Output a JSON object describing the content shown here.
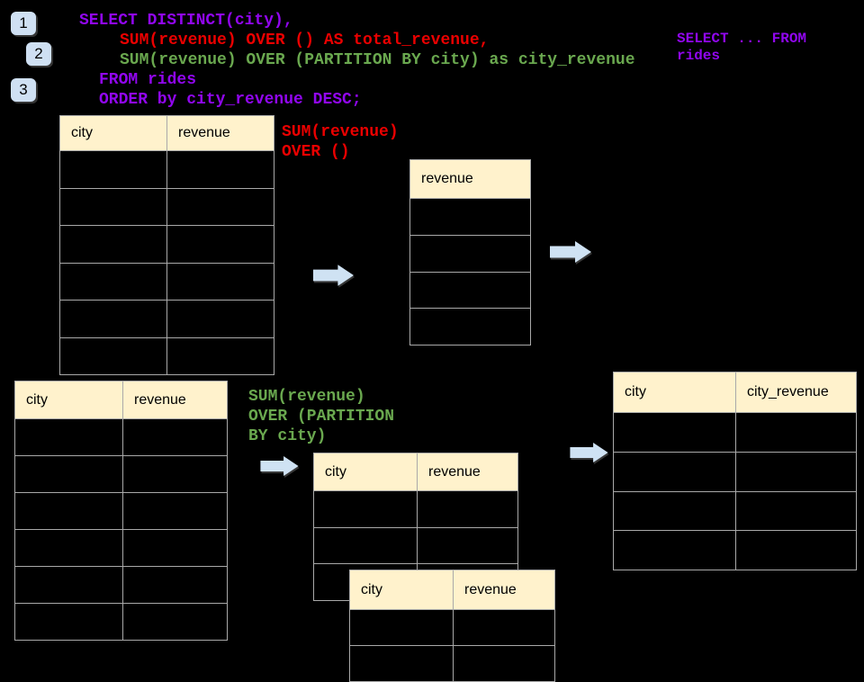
{
  "colors": {
    "background": "#000000",
    "sql_purple": "#9106ef",
    "sql_red": "#ea0000",
    "sql_green": "#6aa84f",
    "table_header_fill": "#fff2cc",
    "table_border": "#a9a9a9",
    "arrow_fill": "#cfe2f3",
    "badge_fill": "#cfe0f3"
  },
  "icons": {
    "arrow_right": "block-arrow-right"
  },
  "step_badges": [
    {
      "label": "1"
    },
    {
      "label": "2"
    },
    {
      "label": "3"
    }
  ],
  "sql_query": {
    "line1": "SELECT DISTINCT(city),",
    "line2": "SUM(revenue) OVER () AS total_revenue,",
    "line3": "SUM(revenue) OVER (PARTITION BY city) as city_revenue",
    "line4": "FROM rides",
    "line5": "ORDER by city_revenue DESC;"
  },
  "from_note": {
    "line1": "SELECT ... FROM",
    "line2": "rides"
  },
  "annotation_total": {
    "line1": "SUM(revenue)",
    "line2": "OVER ()"
  },
  "annotation_partition": {
    "line1": "SUM(revenue)",
    "line2": "OVER (PARTITION",
    "line3": "BY city)"
  },
  "tables": {
    "source_top": {
      "headers": [
        "city",
        "revenue"
      ],
      "empty_row_count": 6
    },
    "total_revenue_result": {
      "headers": [
        "revenue"
      ],
      "empty_row_count": 4
    },
    "source_bottom": {
      "headers": [
        "city",
        "revenue"
      ],
      "empty_row_count": 6
    },
    "partition_step": {
      "headers": [
        "city",
        "revenue"
      ],
      "empty_row_count": 3
    },
    "partition_step_overlay": {
      "headers": [
        "city",
        "revenue"
      ],
      "empty_row_count": 2
    },
    "city_revenue_result": {
      "headers": [
        "city",
        "city_revenue"
      ],
      "empty_row_count": 4
    }
  }
}
